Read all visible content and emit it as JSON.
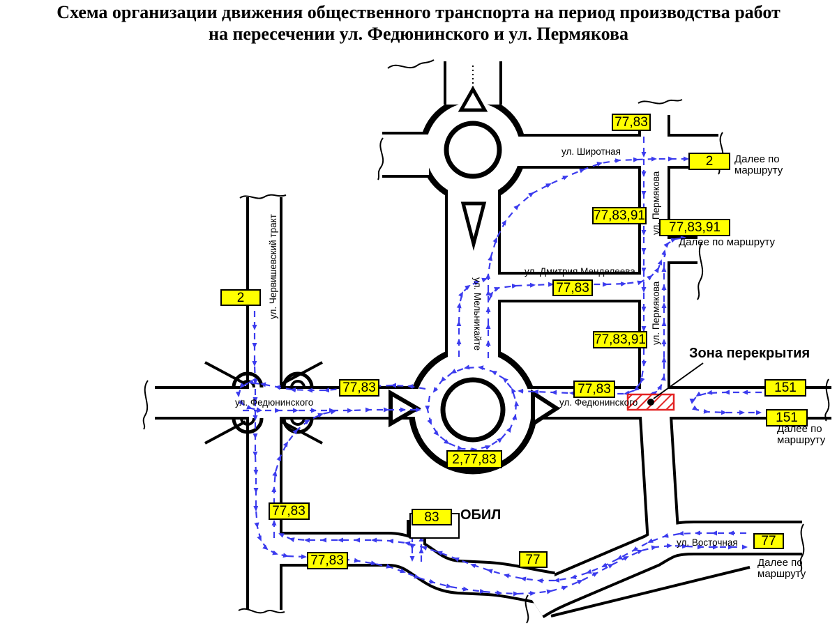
{
  "title": {
    "line1": "Схема организации движения общественного транспорта на период производства работ",
    "line2": "на пересечении ул. Федюнинского и ул. Пермякова"
  },
  "streets": {
    "shirotnaya": "ул. Широтная",
    "permyakova": "ул. Пермякова",
    "mendeleeva": "ул. Дмитрия Менделеева",
    "melnikaite": "ул. Мельникайте",
    "chervishevsky": "ул. Червишевский тракт",
    "fedyuninskogo": "ул. Федюнинского",
    "vostochnaya": "ул. Восточная"
  },
  "labels": {
    "closure_zone": "Зона перекрытия",
    "hospital": "ОБИЛ",
    "further_one_line": "Далее по маршруту",
    "further_l1": "Далее по",
    "further_l2": "маршруту"
  },
  "badges": {
    "top_permyakova": "77,83",
    "shirotnaya_exit": "2",
    "permyakova_upper": "77,83,91",
    "permyakova_exit": "77,83,91",
    "mendeleeva": "77,83",
    "permyakova_lower": "77,83,91",
    "chervishevsky": "2",
    "fedyuninskogo_west": "77,83",
    "fedyuninskogo_east": "77,83",
    "road151_upper": "151",
    "road151_lower": "151",
    "roundabout_south": "2,77,83",
    "chervishevsky_south": "77,83",
    "obil": "83",
    "bottom_road": "77,83",
    "bottom_road_77": "77",
    "vostochnaya_77": "77"
  },
  "colors": {
    "road_edge": "#000000",
    "route_arrow": "#3b3bee",
    "badge_bg": "#ffff00",
    "closure_red": "#e32222"
  }
}
